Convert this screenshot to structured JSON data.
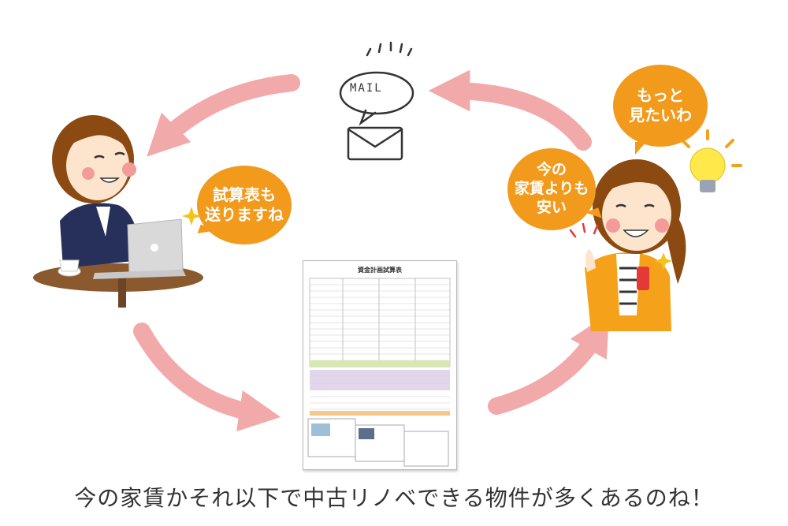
{
  "bubbles": {
    "left": "試算表も\n送りますね",
    "right_top": "もっと\n見たいわ",
    "right_mid": "今の\n家賃よりも\n安い"
  },
  "mail_text": "MAIL",
  "document_title": "資金計画試算表",
  "caption": "今の家賃かそれ以下で中古リノベできる物件が多くあるのね！",
  "colors": {
    "bubble": "#f29a1c",
    "arrow": "#f2a9a9",
    "hair": "#8a4a12",
    "skin": "#fde4cc",
    "cheek": "#f39b9b",
    "jacket": "#26305a",
    "sweater": "#f5a21a",
    "table": "#8a5a2e",
    "bulb": "#ffe84a"
  },
  "icons": {
    "mail": "envelope-icon",
    "bulb": "light-bulb-icon",
    "laptop": "laptop-icon"
  }
}
